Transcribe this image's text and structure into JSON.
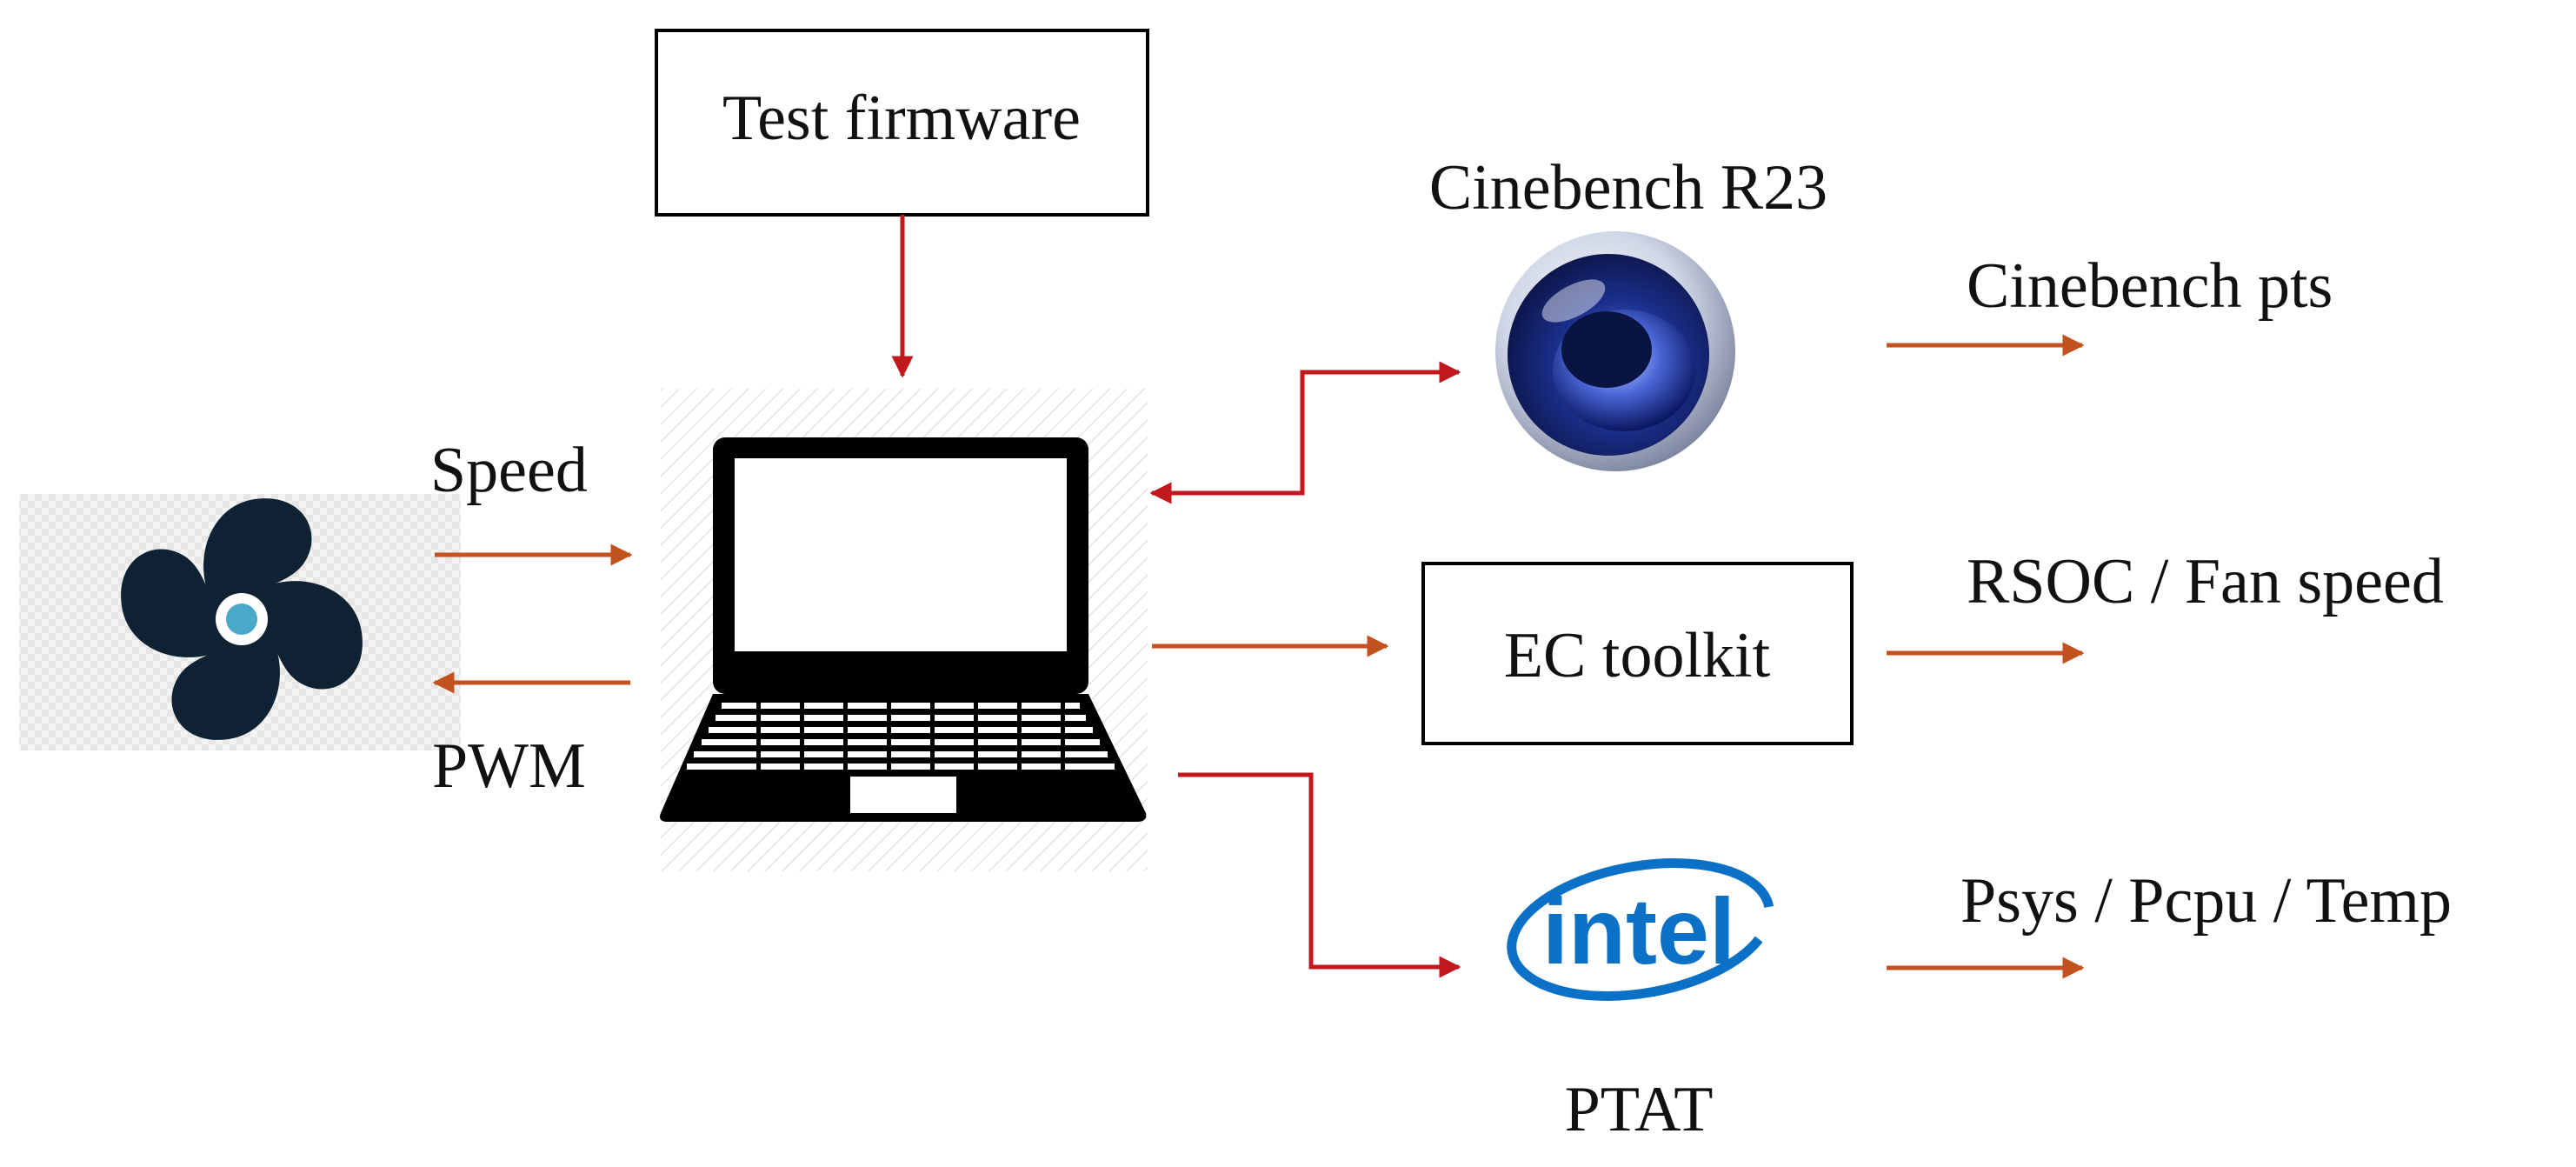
{
  "labels": {
    "test_firmware": "Test firmware",
    "cinebench_r23": "Cinebench R23",
    "cinebench_pts": "Cinebench pts",
    "speed": "Speed",
    "pwm": "PWM",
    "ec_toolkit": "EC toolkit",
    "rsoc_fan_speed": "RSOC / Fan speed",
    "psys_pcpu_temp": "Psys / Pcpu / Temp",
    "ptat": "PTAT",
    "intel_logo": "intel"
  },
  "icons": {
    "fan": "fan-icon",
    "laptop": "laptop-icon",
    "cinebench": "cinema4d-logo",
    "intel": "intel-logo"
  },
  "colors": {
    "connector_red": "#c0181c",
    "arrow_orange": "#c4521e",
    "fan_dark": "#0f2233",
    "fan_hub": "#4aa8c8",
    "intel_blue": "#0a71c6",
    "cinebench_blue": "#1e3a8a"
  }
}
